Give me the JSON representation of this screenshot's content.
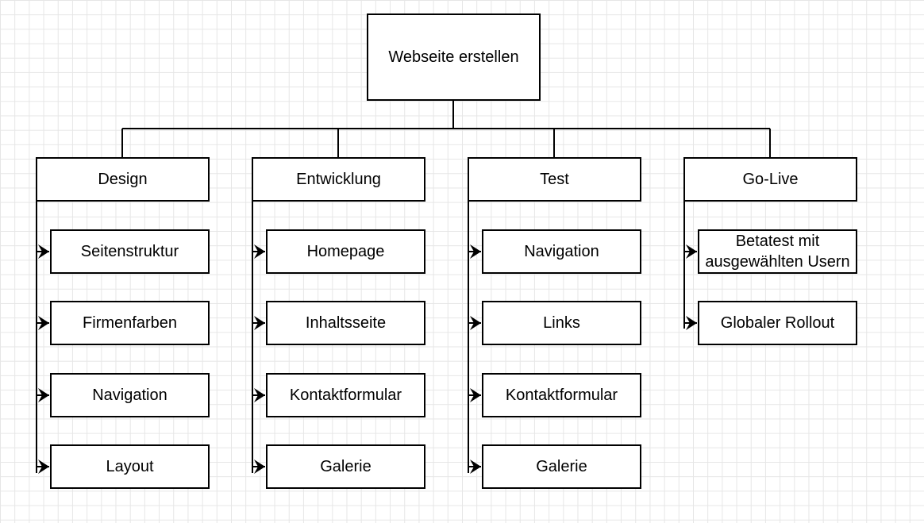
{
  "root": {
    "label": "Webseite erstellen"
  },
  "phases": [
    {
      "label": "Design",
      "tasks": [
        "Seitenstruktur",
        "Firmenfarben",
        "Navigation",
        "Layout"
      ]
    },
    {
      "label": "Entwicklung",
      "tasks": [
        "Homepage",
        "Inhaltsseite",
        "Kontaktformular",
        "Galerie"
      ]
    },
    {
      "label": "Test",
      "tasks": [
        "Navigation",
        "Links",
        "Kontaktformular",
        "Galerie"
      ]
    },
    {
      "label": "Go-Live",
      "tasks": [
        "Betatest mit ausgewählten Usern",
        "Globaler Rollout"
      ]
    }
  ]
}
